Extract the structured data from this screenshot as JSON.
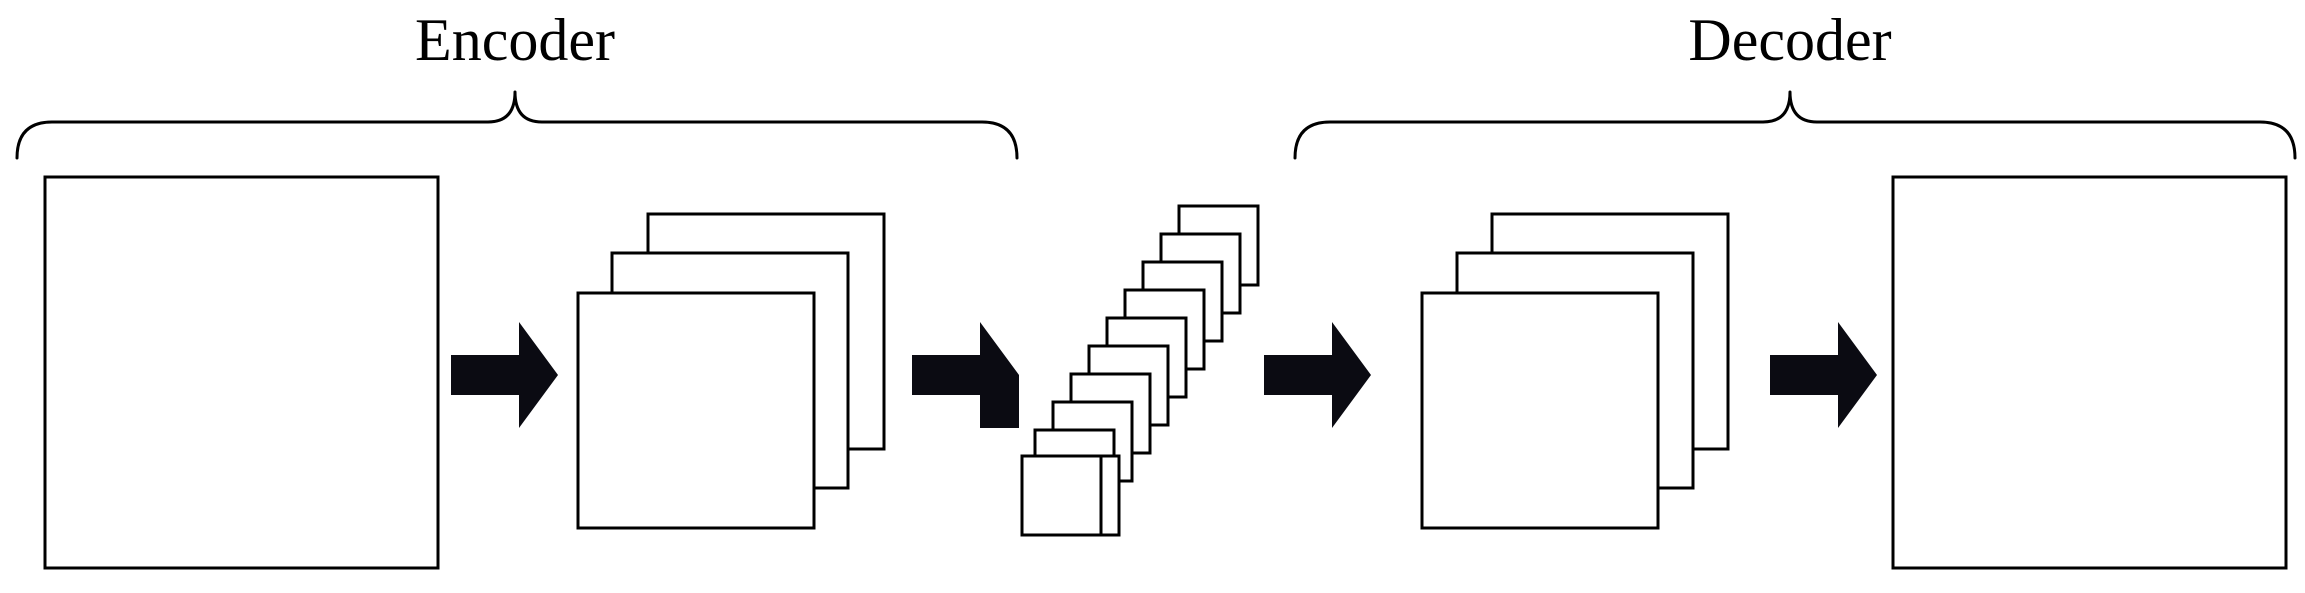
{
  "labels": {
    "encoder": "Encoder",
    "decoder": "Decoder"
  },
  "stages": [
    {
      "name": "input-image",
      "feature_maps": 1
    },
    {
      "name": "encoder-feature-maps",
      "feature_maps": 3
    },
    {
      "name": "latent-code",
      "feature_maps": 11
    },
    {
      "name": "decoder-feature-maps",
      "feature_maps": 3
    },
    {
      "name": "output-image",
      "feature_maps": 1
    }
  ],
  "colors": {
    "stroke": "#000000",
    "fill": "#ffffff",
    "arrow": "#0b0b12"
  },
  "icons": {
    "arrow": "right-arrow-icon",
    "brace": "curly-brace-icon"
  }
}
